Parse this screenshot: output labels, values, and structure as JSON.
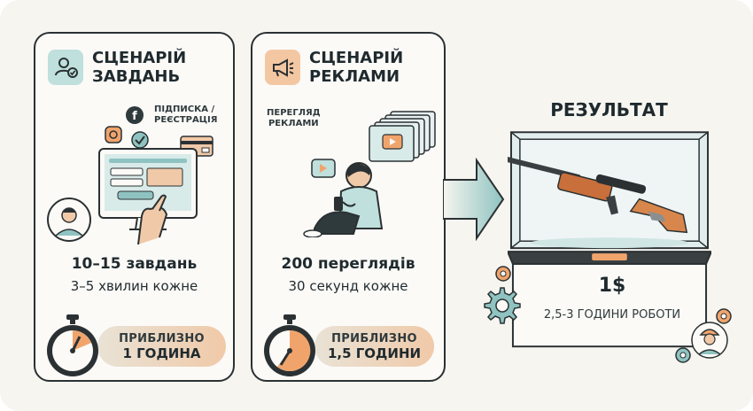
{
  "scenario_tasks": {
    "title_line1": "СЦЕНАРІЙ",
    "title_line2": "ЗАВДАНЬ",
    "social_label_line1": "ПІДПИСКА /",
    "social_label_line2": "РЕЄСТРАЦІЯ",
    "metric_main": "10–15 завдань",
    "metric_sub": "3–5 хвилин кожне",
    "estimate_line1": "ПРИБЛИЗНО",
    "estimate_line2": "1 ГОДИНА",
    "icons": [
      "user-check-icon",
      "facebook-icon",
      "instagram-icon",
      "check-icon",
      "credit-card-icon",
      "monitor-icon",
      "avatar-icon",
      "stopwatch-icon"
    ]
  },
  "scenario_ads": {
    "title_line1": "СЦЕНАРІЙ",
    "title_line2": "РЕКЛАМИ",
    "views_label_line1": "ПЕРЕГЛЯД",
    "views_label_line2": "РЕКЛАМИ",
    "metric_main": "200 переглядів",
    "metric_sub": "30 секунд кожне",
    "estimate_line1": "ПРИБЛИЗНО",
    "estimate_line2": "1,5 ГОДИНИ",
    "icons": [
      "megaphone-icon",
      "video-play-icon",
      "person-phone-icon",
      "stopwatch-icon"
    ]
  },
  "result": {
    "title": "РЕЗУЛЬТАТ",
    "price": "1$",
    "hours": "2,5-3 ГОДИНИ РОБОТИ",
    "icons": [
      "gear-icon",
      "sniper-rifle-icon",
      "worker-icon"
    ]
  },
  "colors": {
    "background": "#f6f5f0",
    "outline": "#2b3133",
    "teal": "#8fc3c1",
    "orange": "#f0a46c",
    "estimate_gradient_start": "#e9e3d6",
    "estimate_gradient_end": "#f0c9a8"
  }
}
